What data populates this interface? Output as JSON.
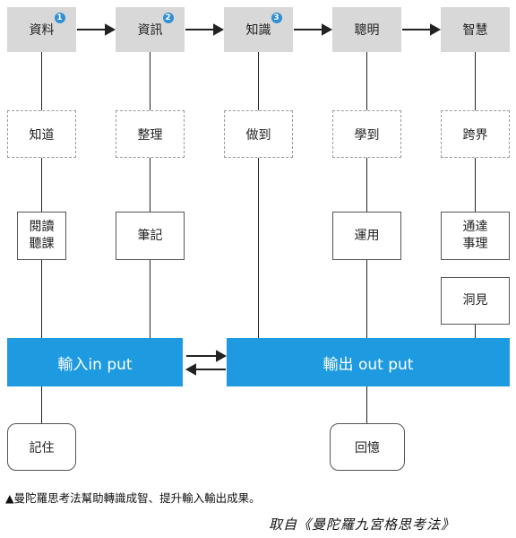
{
  "stages": [
    {
      "label": "資料",
      "badge": "1"
    },
    {
      "label": "資訊",
      "badge": "2"
    },
    {
      "label": "知識",
      "badge": "3"
    },
    {
      "label": "聰明",
      "badge": ""
    },
    {
      "label": "智慧",
      "badge": ""
    }
  ],
  "actions": [
    "知道",
    "整理",
    "做到",
    "學到",
    "跨界"
  ],
  "methods": {
    "col1": [
      "閱讀",
      "聽課"
    ],
    "col2": "筆記",
    "col4": "運用",
    "col5": [
      "通達",
      "事理"
    ],
    "col5_extra": "洞見"
  },
  "bars": {
    "input": "輸入in put",
    "output": "輸出 out put"
  },
  "results": {
    "input": "記住",
    "output": "回憶"
  },
  "caption": "▲曼陀羅思考法幫助轉識成智、提升輸入輸出成果。",
  "source": "取自《曼陀羅九宮格思考法》"
}
